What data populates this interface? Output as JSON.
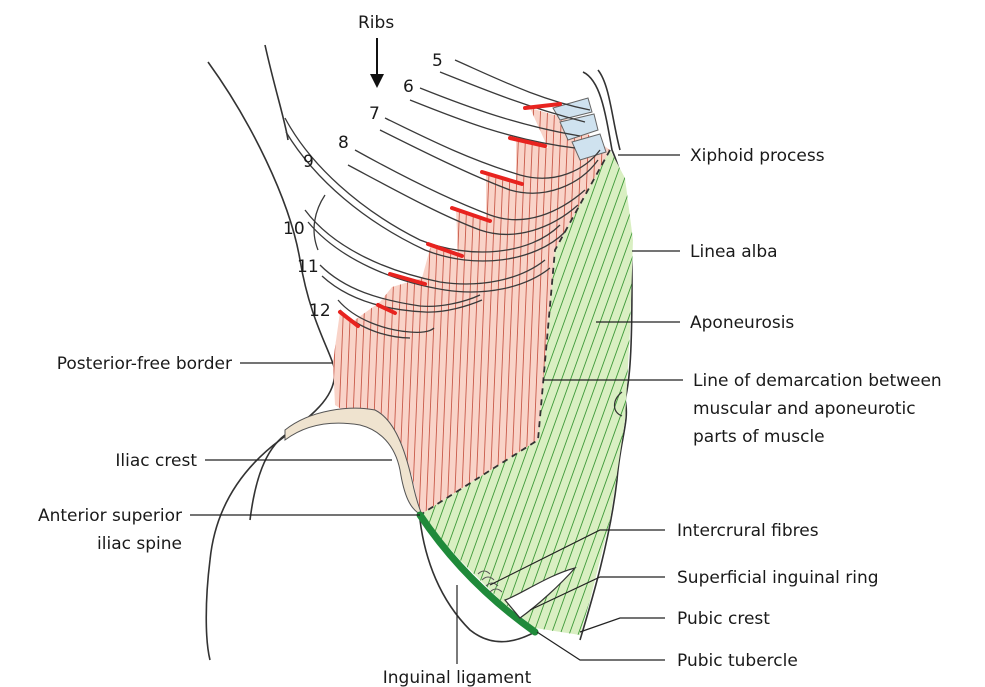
{
  "diagram": {
    "ribs_label": "Ribs",
    "rib_numbers": [
      "5",
      "6",
      "7",
      "8",
      "9",
      "10",
      "11",
      "12"
    ],
    "labels": {
      "xiphoid": "Xiphoid process",
      "linea_alba": "Linea alba",
      "aponeurosis": "Aponeurosis",
      "demarcation_1": "Line of demarcation between",
      "demarcation_2": "muscular and aponeurotic",
      "demarcation_3": "parts of muscle",
      "posterior_border": "Posterior-free border",
      "iliac_crest": "Iliac crest",
      "asis_1": "Anterior superior",
      "asis_2": "iliac spine",
      "intercrural": "Intercrural fibres",
      "superficial_ring": "Superficial inguinal ring",
      "pubic_crest": "Pubic crest",
      "pubic_tubercle": "Pubic tubercle",
      "inguinal_ligament": "Inguinal ligament"
    },
    "colors": {
      "muscle_fill": "#f9d3c8",
      "muscle_fibre": "#c85a4a",
      "aponeurosis_fill": "#d9efc2",
      "aponeurosis_fibre": "#3f9a3a",
      "ligament": "#1f8a3a",
      "cartilage": "#cfe2ef",
      "bone": "#efe3cf",
      "digitation": "#e8231f"
    }
  }
}
